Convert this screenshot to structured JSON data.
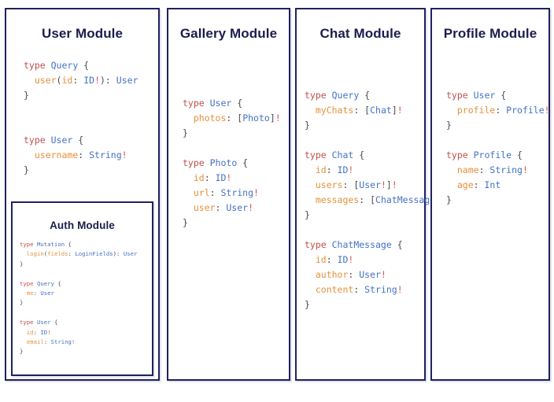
{
  "theme": {
    "background": "#ffffff",
    "card_border": "#1f2160",
    "title_color": "#1c1c4d",
    "code_keyword": "#c0504d",
    "code_type": "#4472c4",
    "code_field": "#e3913c",
    "code_bang": "#d9544d",
    "code_punct": "#4a4a52"
  },
  "modules": [
    {
      "id": "user",
      "title": "User Module",
      "code_lines": [
        [
          {
            "t": "type ",
            "c": "kw"
          },
          {
            "t": "Query",
            "c": "ty"
          },
          {
            "t": " {",
            "c": "pn"
          }
        ],
        [
          {
            "t": "  user",
            "c": "fld"
          },
          {
            "t": "(",
            "c": "pn"
          },
          {
            "t": "id",
            "c": "fld"
          },
          {
            "t": ": ",
            "c": "pn"
          },
          {
            "t": "ID",
            "c": "ty"
          },
          {
            "t": "!",
            "c": "bang"
          },
          {
            "t": "): ",
            "c": "pn"
          },
          {
            "t": "User",
            "c": "ty"
          }
        ],
        [
          {
            "t": "}",
            "c": "pn"
          }
        ],
        [
          {
            "t": "",
            "c": "pn"
          }
        ],
        [
          {
            "t": "",
            "c": "pn"
          }
        ],
        [
          {
            "t": "type ",
            "c": "kw"
          },
          {
            "t": "User",
            "c": "ty"
          },
          {
            "t": " {",
            "c": "pn"
          }
        ],
        [
          {
            "t": "  username",
            "c": "fld"
          },
          {
            "t": ": ",
            "c": "pn"
          },
          {
            "t": "String",
            "c": "ty"
          },
          {
            "t": "!",
            "c": "bang"
          }
        ],
        [
          {
            "t": "}",
            "c": "pn"
          }
        ]
      ],
      "submodule": {
        "id": "auth",
        "title": "Auth Module",
        "code_lines": [
          [
            {
              "t": "type ",
              "c": "kw"
            },
            {
              "t": "Mutation",
              "c": "ty"
            },
            {
              "t": " {",
              "c": "pn"
            }
          ],
          [
            {
              "t": "  login",
              "c": "fld"
            },
            {
              "t": "(",
              "c": "pn"
            },
            {
              "t": "fields",
              "c": "fld"
            },
            {
              "t": ": ",
              "c": "pn"
            },
            {
              "t": "LoginFields",
              "c": "ty"
            },
            {
              "t": "): ",
              "c": "pn"
            },
            {
              "t": "User",
              "c": "ty"
            }
          ],
          [
            {
              "t": "}",
              "c": "pn"
            }
          ],
          [
            {
              "t": "",
              "c": "pn"
            }
          ],
          [
            {
              "t": "type ",
              "c": "kw"
            },
            {
              "t": "Query",
              "c": "ty"
            },
            {
              "t": " {",
              "c": "pn"
            }
          ],
          [
            {
              "t": "  me",
              "c": "fld"
            },
            {
              "t": ": ",
              "c": "pn"
            },
            {
              "t": "User",
              "c": "ty"
            }
          ],
          [
            {
              "t": "}",
              "c": "pn"
            }
          ],
          [
            {
              "t": "",
              "c": "pn"
            }
          ],
          [
            {
              "t": "type ",
              "c": "kw"
            },
            {
              "t": "User",
              "c": "ty"
            },
            {
              "t": " {",
              "c": "pn"
            }
          ],
          [
            {
              "t": "  id",
              "c": "fld"
            },
            {
              "t": ": ",
              "c": "pn"
            },
            {
              "t": "ID",
              "c": "ty"
            },
            {
              "t": "!",
              "c": "bang"
            }
          ],
          [
            {
              "t": "  email",
              "c": "fld"
            },
            {
              "t": ": ",
              "c": "pn"
            },
            {
              "t": "String",
              "c": "ty"
            },
            {
              "t": "!",
              "c": "bang"
            }
          ],
          [
            {
              "t": "}",
              "c": "pn"
            }
          ]
        ]
      }
    },
    {
      "id": "gallery",
      "title": "Gallery Module",
      "code_lines": [
        [
          {
            "t": "type ",
            "c": "kw"
          },
          {
            "t": "User",
            "c": "ty"
          },
          {
            "t": " {",
            "c": "pn"
          }
        ],
        [
          {
            "t": "  photos",
            "c": "fld"
          },
          {
            "t": ": ",
            "c": "pn"
          },
          {
            "t": "[",
            "c": "pn"
          },
          {
            "t": "Photo",
            "c": "ty"
          },
          {
            "t": "]",
            "c": "pn"
          },
          {
            "t": "!",
            "c": "bang"
          }
        ],
        [
          {
            "t": "}",
            "c": "pn"
          }
        ],
        [
          {
            "t": "",
            "c": "pn"
          }
        ],
        [
          {
            "t": "type ",
            "c": "kw"
          },
          {
            "t": "Photo",
            "c": "ty"
          },
          {
            "t": " {",
            "c": "pn"
          }
        ],
        [
          {
            "t": "  id",
            "c": "fld"
          },
          {
            "t": ": ",
            "c": "pn"
          },
          {
            "t": "ID",
            "c": "ty"
          },
          {
            "t": "!",
            "c": "bang"
          }
        ],
        [
          {
            "t": "  url",
            "c": "fld"
          },
          {
            "t": ": ",
            "c": "pn"
          },
          {
            "t": "String",
            "c": "ty"
          },
          {
            "t": "!",
            "c": "bang"
          }
        ],
        [
          {
            "t": "  user",
            "c": "fld"
          },
          {
            "t": ": ",
            "c": "pn"
          },
          {
            "t": "User",
            "c": "ty"
          },
          {
            "t": "!",
            "c": "bang"
          }
        ],
        [
          {
            "t": "}",
            "c": "pn"
          }
        ]
      ]
    },
    {
      "id": "chat",
      "title": "Chat Module",
      "code_lines": [
        [
          {
            "t": "type ",
            "c": "kw"
          },
          {
            "t": "Query",
            "c": "ty"
          },
          {
            "t": " {",
            "c": "pn"
          }
        ],
        [
          {
            "t": "  myChats",
            "c": "fld"
          },
          {
            "t": ": ",
            "c": "pn"
          },
          {
            "t": "[",
            "c": "pn"
          },
          {
            "t": "Chat",
            "c": "ty"
          },
          {
            "t": "]",
            "c": "pn"
          },
          {
            "t": "!",
            "c": "bang"
          }
        ],
        [
          {
            "t": "}",
            "c": "pn"
          }
        ],
        [
          {
            "t": "",
            "c": "pn"
          }
        ],
        [
          {
            "t": "type ",
            "c": "kw"
          },
          {
            "t": "Chat",
            "c": "ty"
          },
          {
            "t": " {",
            "c": "pn"
          }
        ],
        [
          {
            "t": "  id",
            "c": "fld"
          },
          {
            "t": ": ",
            "c": "pn"
          },
          {
            "t": "ID",
            "c": "ty"
          },
          {
            "t": "!",
            "c": "bang"
          }
        ],
        [
          {
            "t": "  users",
            "c": "fld"
          },
          {
            "t": ": ",
            "c": "pn"
          },
          {
            "t": "[",
            "c": "pn"
          },
          {
            "t": "User",
            "c": "ty"
          },
          {
            "t": "!",
            "c": "bang"
          },
          {
            "t": "]",
            "c": "pn"
          },
          {
            "t": "!",
            "c": "bang"
          }
        ],
        [
          {
            "t": "  messages",
            "c": "fld"
          },
          {
            "t": ": ",
            "c": "pn"
          },
          {
            "t": "[",
            "c": "pn"
          },
          {
            "t": "ChatMessage",
            "c": "ty"
          },
          {
            "t": "]",
            "c": "pn"
          },
          {
            "t": "!",
            "c": "bang"
          }
        ],
        [
          {
            "t": "}",
            "c": "pn"
          }
        ],
        [
          {
            "t": "",
            "c": "pn"
          }
        ],
        [
          {
            "t": "type ",
            "c": "kw"
          },
          {
            "t": "ChatMessage",
            "c": "ty"
          },
          {
            "t": " {",
            "c": "pn"
          }
        ],
        [
          {
            "t": "  id",
            "c": "fld"
          },
          {
            "t": ": ",
            "c": "pn"
          },
          {
            "t": "ID",
            "c": "ty"
          },
          {
            "t": "!",
            "c": "bang"
          }
        ],
        [
          {
            "t": "  author",
            "c": "fld"
          },
          {
            "t": ": ",
            "c": "pn"
          },
          {
            "t": "User",
            "c": "ty"
          },
          {
            "t": "!",
            "c": "bang"
          }
        ],
        [
          {
            "t": "  content",
            "c": "fld"
          },
          {
            "t": ": ",
            "c": "pn"
          },
          {
            "t": "String",
            "c": "ty"
          },
          {
            "t": "!",
            "c": "bang"
          }
        ],
        [
          {
            "t": "}",
            "c": "pn"
          }
        ]
      ]
    },
    {
      "id": "profile",
      "title": "Profile Module",
      "code_lines": [
        [
          {
            "t": "type ",
            "c": "kw"
          },
          {
            "t": "User",
            "c": "ty"
          },
          {
            "t": " {",
            "c": "pn"
          }
        ],
        [
          {
            "t": "  profile",
            "c": "fld"
          },
          {
            "t": ": ",
            "c": "pn"
          },
          {
            "t": "Profile",
            "c": "ty"
          },
          {
            "t": "!",
            "c": "bang"
          }
        ],
        [
          {
            "t": "}",
            "c": "pn"
          }
        ],
        [
          {
            "t": "",
            "c": "pn"
          }
        ],
        [
          {
            "t": "type ",
            "c": "kw"
          },
          {
            "t": "Profile",
            "c": "ty"
          },
          {
            "t": " {",
            "c": "pn"
          }
        ],
        [
          {
            "t": "  name",
            "c": "fld"
          },
          {
            "t": ": ",
            "c": "pn"
          },
          {
            "t": "String",
            "c": "ty"
          },
          {
            "t": "!",
            "c": "bang"
          }
        ],
        [
          {
            "t": "  age",
            "c": "fld"
          },
          {
            "t": ": ",
            "c": "pn"
          },
          {
            "t": "Int",
            "c": "ty"
          }
        ],
        [
          {
            "t": "}",
            "c": "pn"
          }
        ]
      ]
    }
  ]
}
